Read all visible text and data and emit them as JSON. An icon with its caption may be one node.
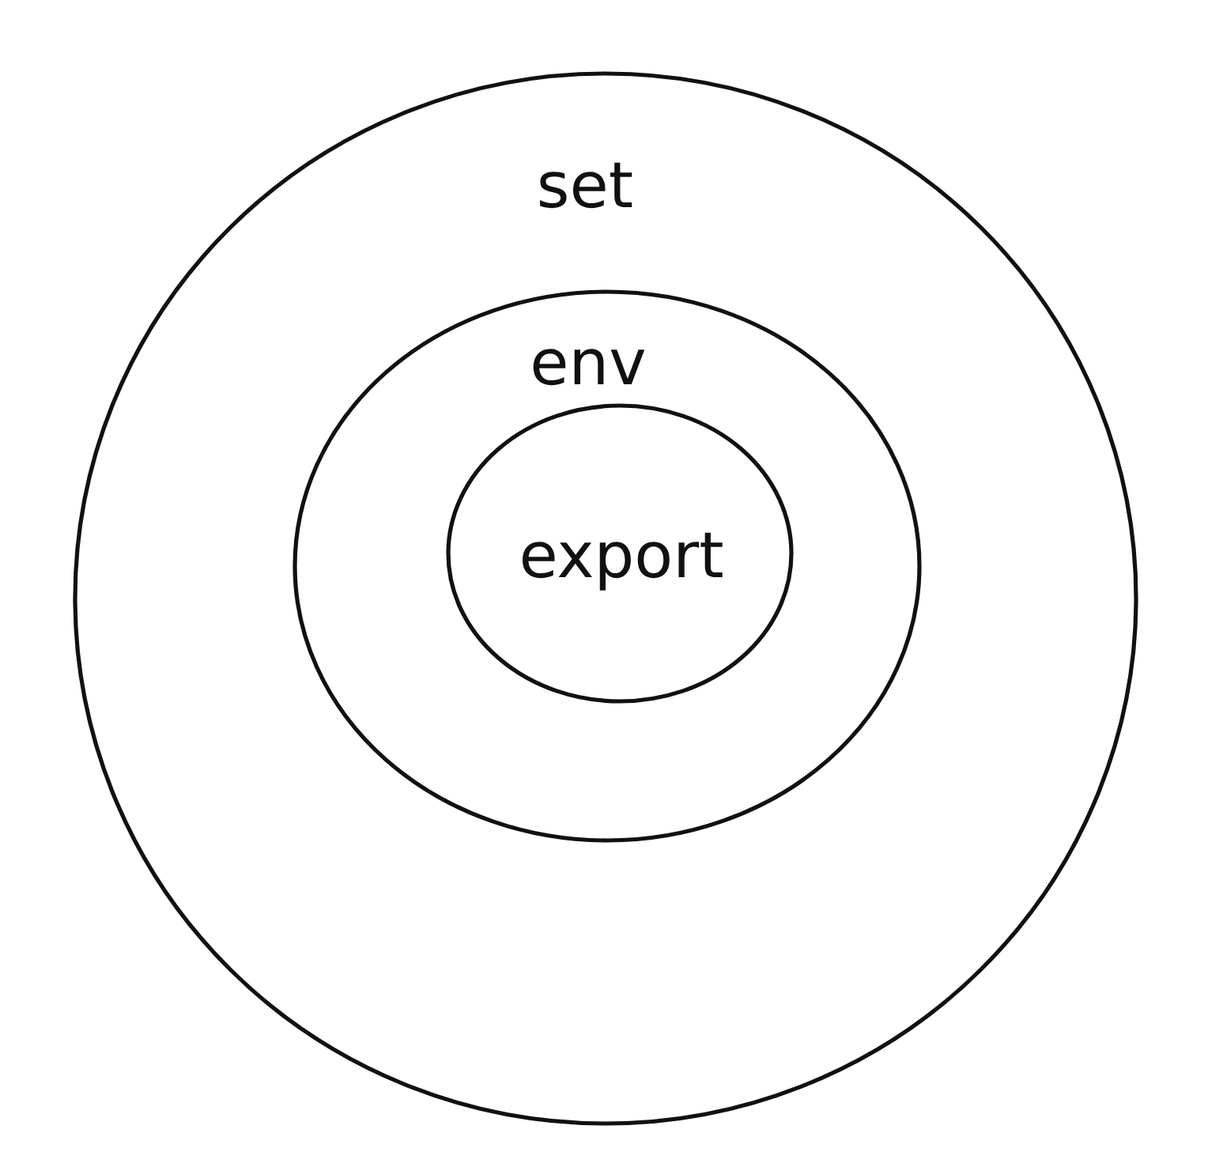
{
  "diagram": {
    "nodes": [
      {
        "text": [
          "set"
        ]
      },
      {
        "text": [
          "env"
        ],
        "in": 0
      },
      {
        "text": [
          "export"
        ],
        "in": 1
      }
    ]
  }
}
